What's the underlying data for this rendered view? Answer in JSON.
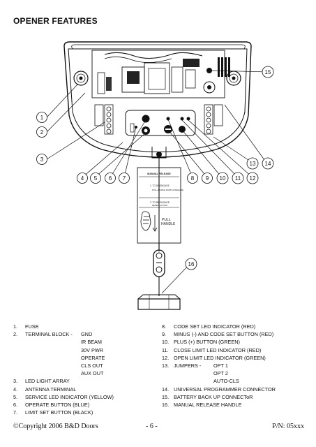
{
  "title": "OPENER FEATURES",
  "callouts": [
    "1",
    "2",
    "3",
    "4",
    "5",
    "6",
    "7",
    "8",
    "9",
    "10",
    "11",
    "12",
    "13",
    "14",
    "15",
    "16"
  ],
  "tag_text": {
    "header": "MANUAL RELEASE",
    "line1": "1. TO DISENGAGE",
    "line1_sub": "PULL HANDLE DOWN & RELEASE",
    "line2": "2. TO RE-ENGAGE",
    "line2_sub": "REPEAT ACTION",
    "pull": "PULL",
    "handle": "HANDLE"
  },
  "legend_left": [
    {
      "num": "1.",
      "label": "FUSE"
    },
    {
      "num": "2.",
      "label": "TERMINAL BLOCK  -",
      "sub": "GND"
    },
    {
      "num": "",
      "label": "",
      "sub": "IR BEAM"
    },
    {
      "num": "",
      "label": "",
      "sub": "30V PWR"
    },
    {
      "num": "",
      "label": "",
      "sub": "OPERATE"
    },
    {
      "num": "",
      "label": "",
      "sub": "CLS OUT"
    },
    {
      "num": "",
      "label": "",
      "sub": "AUX OUT"
    },
    {
      "num": "3.",
      "label": "LED LIGHT ARRAY"
    },
    {
      "num": "4.",
      "label": "ANTENNA TERMINAL"
    },
    {
      "num": "5.",
      "label": "SERVICE LED INDICATOR (YELLOW)"
    },
    {
      "num": "6.",
      "label": "OPERATE BUTTON (BLUE)"
    },
    {
      "num": "7.",
      "label": "LIMIT SET BUTTON (BLACK)"
    }
  ],
  "legend_right": [
    {
      "num": "8.",
      "label": "CODE SET LED INDICATOR (RED)"
    },
    {
      "num": "9.",
      "label": "MINUS (-) AND CODE SET BUTTON (RED)"
    },
    {
      "num": "10.",
      "label": "PLUS (+) BUTTON (GREEN)"
    },
    {
      "num": "11.",
      "label": "CLOSE LIMIT LED INDICATOR (RED)"
    },
    {
      "num": "12.",
      "label": "OPEN LIMIT LED INDICATOR (GREEN)"
    },
    {
      "num": "13.",
      "label": "JUMPERS  -",
      "sub": "OPT 1"
    },
    {
      "num": "",
      "label": "",
      "sub": "OPT 2"
    },
    {
      "num": "",
      "label": "",
      "sub": "AUTO-CLS"
    },
    {
      "num": "14.",
      "label": "UNIVERSAL PROGRAMMER CONNECTOR"
    },
    {
      "num": "15.",
      "label": "BATTERY BACK UP CONNECToR"
    },
    {
      "num": "16.",
      "label": "MANUAL RELEASE HANDLE"
    }
  ],
  "footer": {
    "copyright": "©Copyright 2006 B&D Doors",
    "page": "- 6 -",
    "pn": "P/N: 05xxx"
  }
}
